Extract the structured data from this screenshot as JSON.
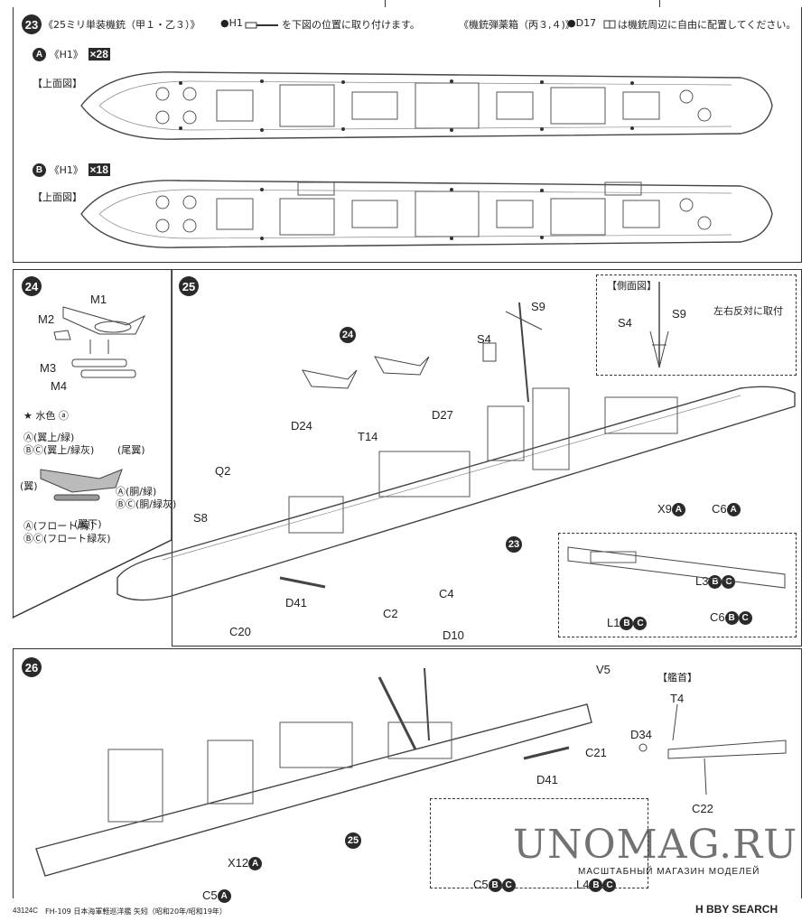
{
  "step23": {
    "number": "23",
    "title": "《25ミリ単装機銃（甲１・乙３）》",
    "part_note": "●H1",
    "part_note_after": "を下図の位置に取り付けます。",
    "ammo_title": "《機銃弾薬箱（丙３,４)》",
    "ammo_note": "●D17",
    "ammo_note_after": "は機銃周辺に自由に配置してください。",
    "a_label": "A",
    "a_part": "《H1》",
    "a_count": "×28",
    "a_view": "【上面図】",
    "b_label": "B",
    "b_part": "《H1》",
    "b_count": "×18",
    "b_view": "【上面図】"
  },
  "step24": {
    "number": "24",
    "parts": [
      "M1",
      "M2",
      "M3",
      "M4"
    ],
    "color_note": "水色 ⓐ",
    "legend1": "Ⓐ(翼上/緑)",
    "legend2": "ⒷⒸ(翼上/緑灰)",
    "legend3": "(尾翼)",
    "legend4": "(翼)",
    "legend5": "Ⓐ(胴/緑)",
    "legend6": "ⒷⒸ(胴/緑灰)",
    "legend7": "(翼下)",
    "legend8": "Ⓐ(フロート/緑)",
    "legend9": "ⒷⒸ(フロート緑灰)"
  },
  "step25": {
    "number": "25",
    "side_view": "【側面図】",
    "side_note": "S9",
    "side_note2": "S4",
    "side_note3": "左右反対に取付",
    "sub_ref": "24",
    "parts": [
      "S9",
      "S4",
      "D24",
      "D27",
      "T14",
      "Q2",
      "S8",
      "D41",
      "C20",
      "X9",
      "C6",
      "L3",
      "C6",
      "L1"
    ],
    "hull_ref": "23"
  },
  "step26": {
    "number": "26",
    "parts": [
      "C2",
      "C4",
      "D10",
      "V5",
      "C21",
      "D41",
      "X12",
      "C5",
      "C5",
      "L4",
      "T4",
      "D34",
      "C22"
    ],
    "bow_view": "【艦首】",
    "hull_ref": "25"
  },
  "footer": {
    "code": "43124C",
    "text": "FH-109  日本海軍軽巡洋艦 矢矧（昭和20年/昭和19年）",
    "brand": "H   BBY SEARCH",
    "watermark": "UNOMAG.RU",
    "watermark_sub": "МАСШТАБНЫЙ МАГАЗИН МОДЕЛЕЙ"
  }
}
